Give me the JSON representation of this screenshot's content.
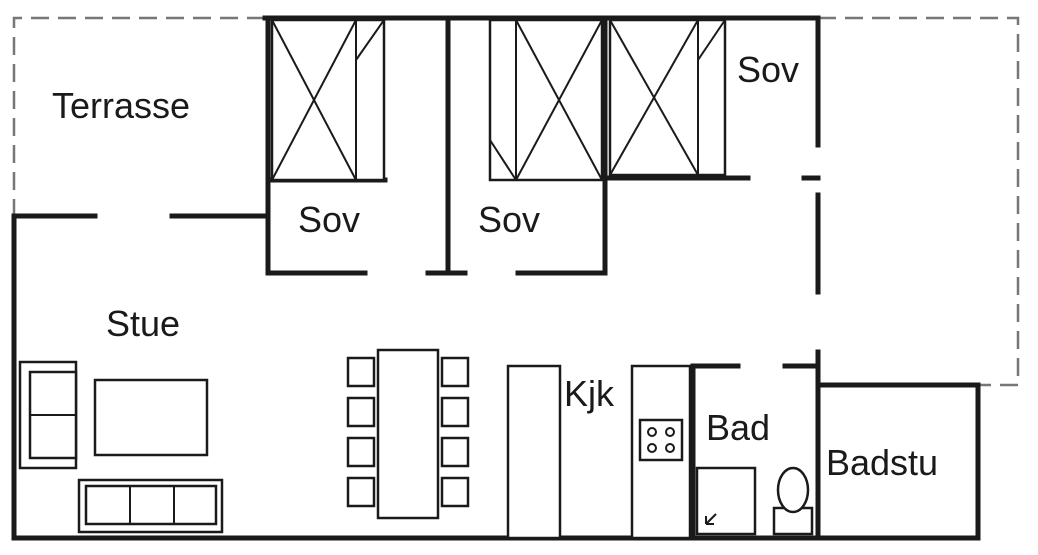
{
  "rooms": {
    "terrasse": "Terrasse",
    "sov_left": "Sov",
    "sov_middle": "Sov",
    "sov_right": "Sov",
    "stue": "Stue",
    "kjk": "Kjk",
    "bad": "Bad",
    "badstu": "Badstu"
  }
}
